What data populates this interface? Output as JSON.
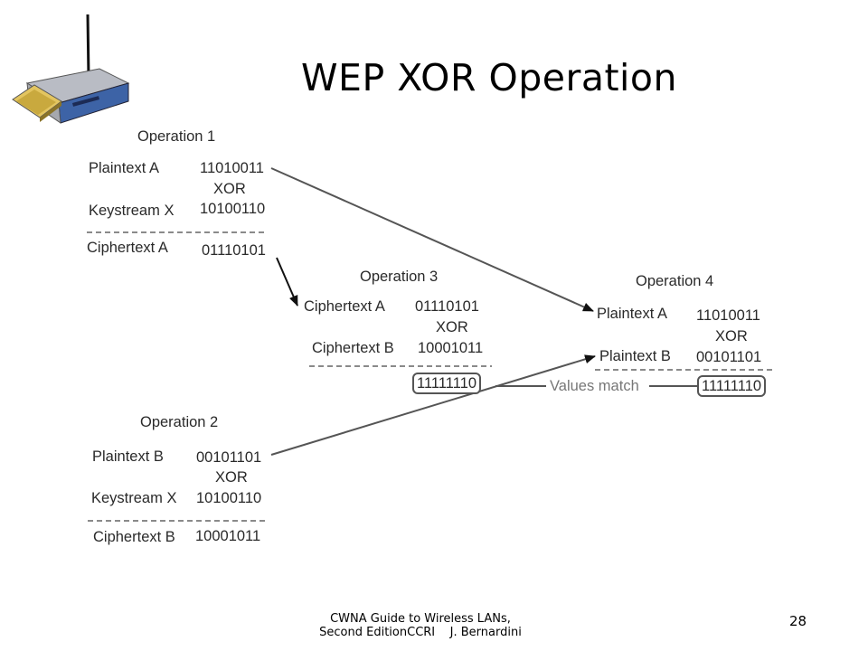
{
  "title": "WEP XOR Operation",
  "operation1": {
    "heading": "Operation 1",
    "plaintext_label": "Plaintext A",
    "plaintext_value": "11010011",
    "op": "XOR",
    "keystream_label": "Keystream X",
    "keystream_value": "10100110",
    "cipher_label": "Ciphertext A",
    "cipher_value": "01110101"
  },
  "operation2": {
    "heading": "Operation 2",
    "plaintext_label": "Plaintext B",
    "plaintext_value": "00101101",
    "op": "XOR",
    "keystream_label": "Keystream X",
    "keystream_value": "10100110",
    "cipher_label": "Ciphertext B",
    "cipher_value": "10001011"
  },
  "operation3": {
    "heading": "Operation 3",
    "row1_label": "Ciphertext A",
    "row1_value": "01110101",
    "op": "XOR",
    "row2_label": "Ciphertext B",
    "row2_value": "10001011",
    "result": "11111110"
  },
  "operation4": {
    "heading": "Operation 4",
    "row1_label": "Plaintext A",
    "row1_value": "11010011",
    "op": "XOR",
    "row2_label": "Plaintext B",
    "row2_value": "00101101",
    "result": "11111110"
  },
  "match_label": "Values match",
  "footer": {
    "line1": "CWNA Guide to Wireless LANs,",
    "line2": "Second EditionCCRI    J. Bernardini",
    "page": "28"
  },
  "icon": "wireless-router-icon"
}
